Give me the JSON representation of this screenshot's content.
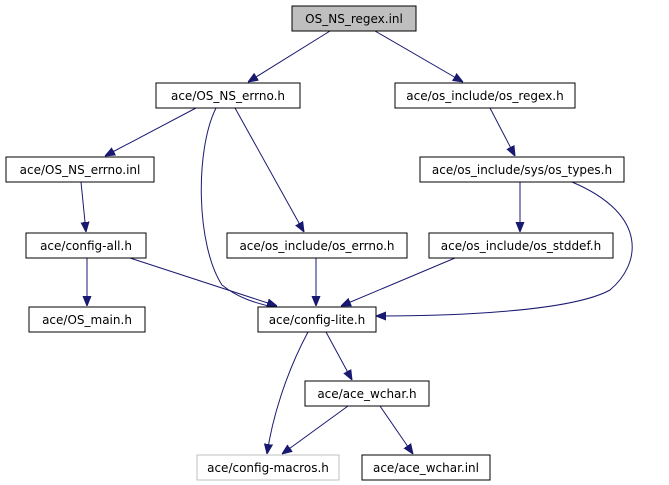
{
  "colors": {
    "edge": "#191970",
    "root_fill": "#bfbfbf",
    "node_fill": "#ffffff",
    "node_border": "#000000",
    "missing_border": "#bfbfbf",
    "missing_text": "#000000"
  },
  "nodes": {
    "os_ns_regex_inl": {
      "label": "OS_NS_regex.inl",
      "style": "root"
    },
    "ace_os_ns_errno_h": {
      "label": "ace/OS_NS_errno.h",
      "style": "normal"
    },
    "ace_os_include_os_regex_h": {
      "label": "ace/os_include/os_regex.h",
      "style": "normal"
    },
    "ace_os_ns_errno_inl": {
      "label": "ace/OS_NS_errno.inl",
      "style": "normal"
    },
    "ace_os_include_sys_os_types_h": {
      "label": "ace/os_include/sys/os_types.h",
      "style": "normal"
    },
    "ace_config_all_h": {
      "label": "ace/config-all.h",
      "style": "normal"
    },
    "ace_os_include_os_errno_h": {
      "label": "ace/os_include/os_errno.h",
      "style": "normal"
    },
    "ace_os_include_os_stddef_h": {
      "label": "ace/os_include/os_stddef.h",
      "style": "normal"
    },
    "ace_os_main_h": {
      "label": "ace/OS_main.h",
      "style": "normal"
    },
    "ace_config_lite_h": {
      "label": "ace/config-lite.h",
      "style": "normal"
    },
    "ace_ace_wchar_h": {
      "label": "ace/ace_wchar.h",
      "style": "normal"
    },
    "ace_config_macros_h": {
      "label": "ace/config-macros.h",
      "style": "missing"
    },
    "ace_ace_wchar_inl": {
      "label": "ace/ace_wchar.inl",
      "style": "normal"
    }
  }
}
